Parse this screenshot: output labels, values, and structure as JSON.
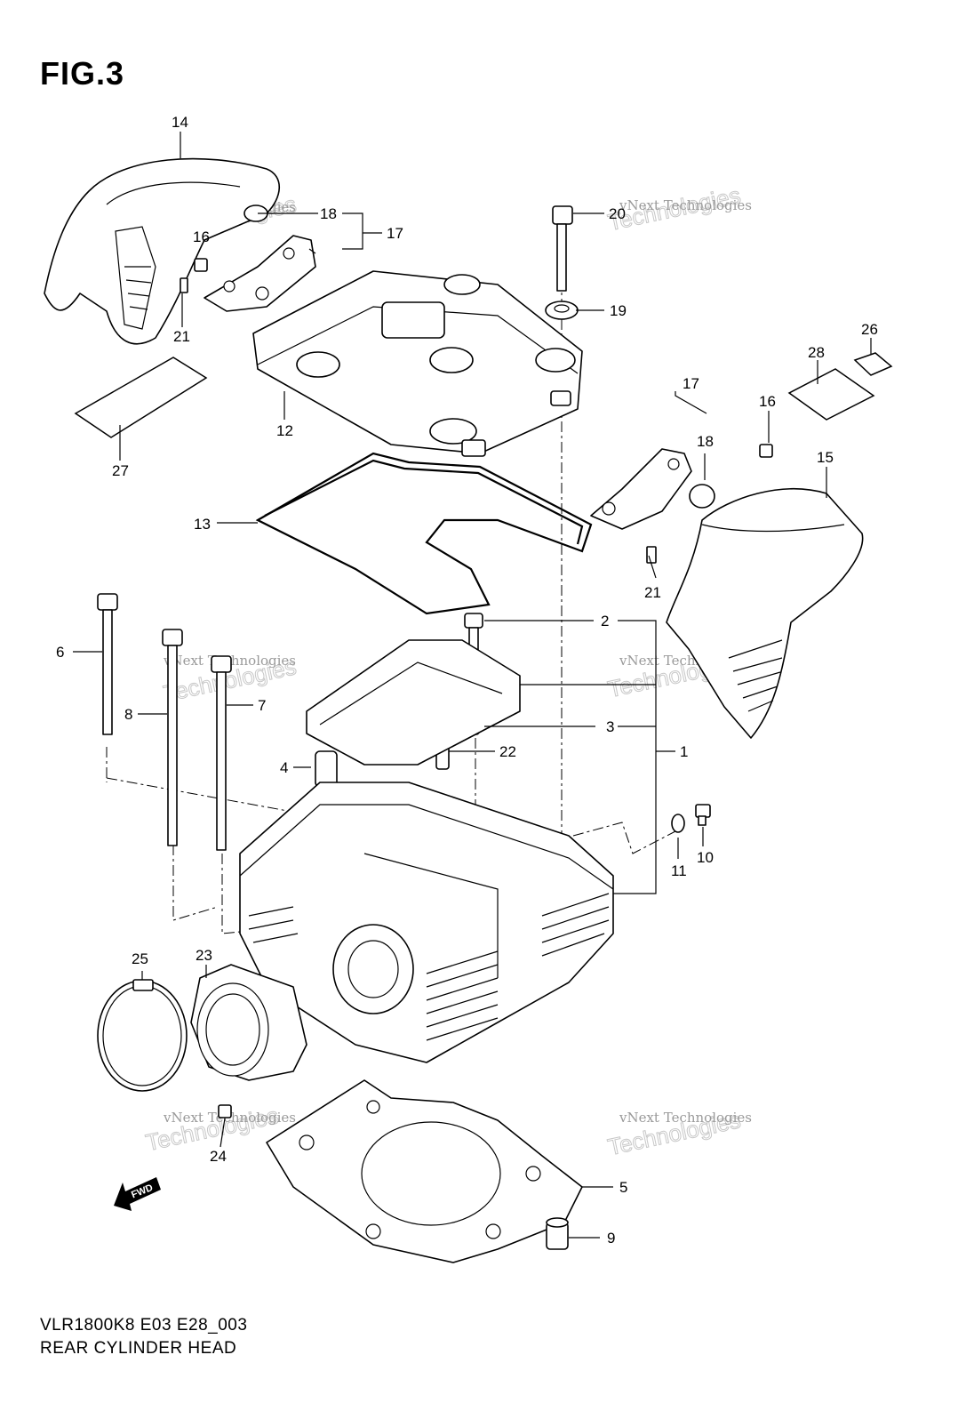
{
  "figure": {
    "title": "FIG.3",
    "model_code": "VLR1800K8 E03 E28_003",
    "name": "REAR CYLINDER HEAD"
  },
  "callouts": {
    "c1": "1",
    "c2": "2",
    "c3": "3",
    "c4": "4",
    "c5": "5",
    "c6": "6",
    "c7": "7",
    "c8": "8",
    "c9": "9",
    "c10": "10",
    "c11": "11",
    "c12": "12",
    "c13": "13",
    "c14": "14",
    "c15": "15",
    "c16_left": "16",
    "c16_right": "16",
    "c17_left": "17",
    "c17_right": "17",
    "c18_left": "18",
    "c18_right": "18",
    "c19": "19",
    "c20": "20",
    "c21_left": "21",
    "c21_right": "21",
    "c22": "22",
    "c23": "23",
    "c24": "24",
    "c25": "25",
    "c26": "26",
    "c27": "27",
    "c28": "28"
  },
  "watermark": {
    "line1": "vNext Technologies",
    "line2": "vNext",
    "line3": "Technologies"
  },
  "fwd_label": "FWD"
}
